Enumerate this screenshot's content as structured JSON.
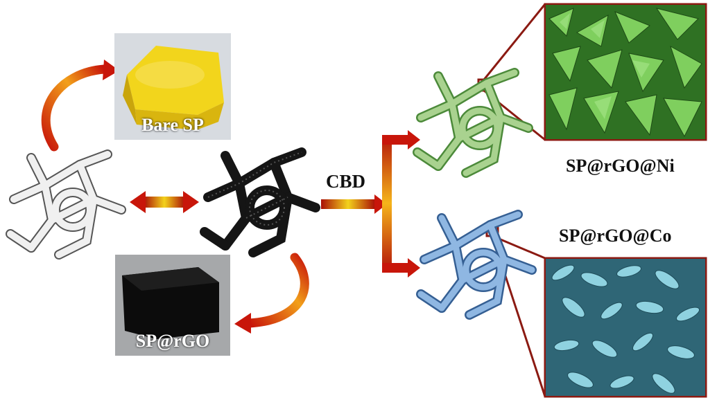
{
  "labels": {
    "bare_sp": "Bare SP",
    "sp_rgo": "SP@rGO",
    "cbd": "CBD",
    "sp_rgo_ni": "SP@rGO@Ni",
    "sp_rgo_co": "SP@rGO@Co"
  },
  "colors": {
    "arrow_red": "#c8160a",
    "arrow_glow": "#f6d21a",
    "zoom_frame": "#8b1a12",
    "ni_green": "#5fa14a",
    "co_blue": "#4f88c2",
    "foam_white": "#eeeeee",
    "foam_black": "#151515",
    "sponge_yellow": "#f2d51c"
  }
}
